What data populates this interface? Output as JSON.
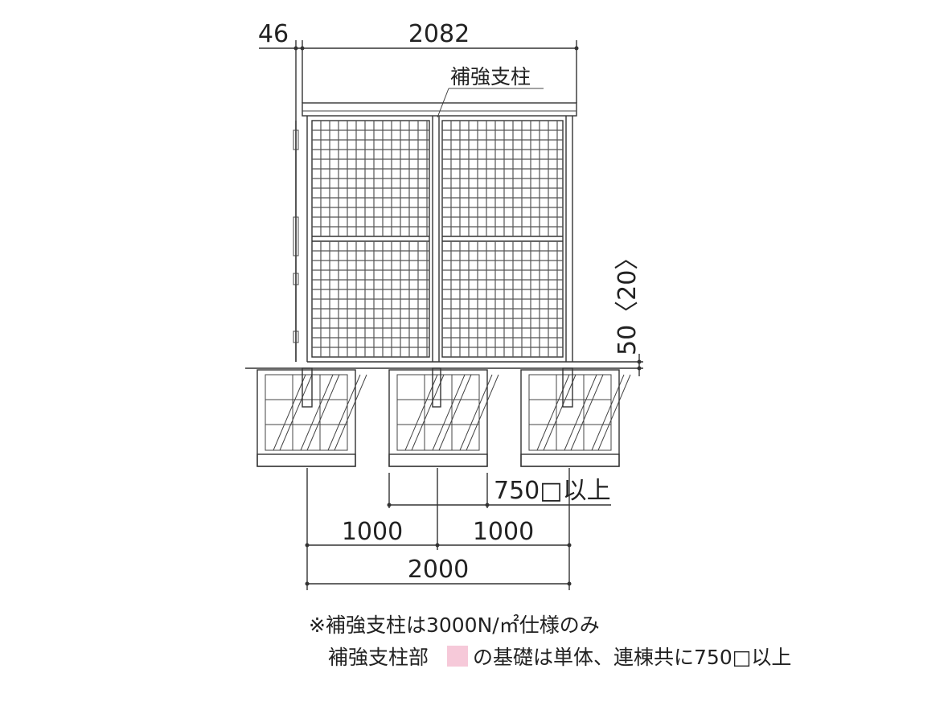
{
  "dimensions": {
    "side_offset": "46",
    "total_width": "2082",
    "height_clearance": "50〈20〉",
    "footing_size": "750□以上",
    "span_left": "1000",
    "span_right": "1000",
    "span_total": "2000"
  },
  "labels": {
    "reinforcement_post": "補強支柱"
  },
  "notes": {
    "line1": "※補強支柱は3000N/㎡仕様のみ",
    "line2_prefix": "補強支柱部",
    "line2_suffix": "の基礎は単体、連棟共に750□以上"
  },
  "colors": {
    "highlight_footing": "#f6c9d9",
    "line": "#333333"
  }
}
